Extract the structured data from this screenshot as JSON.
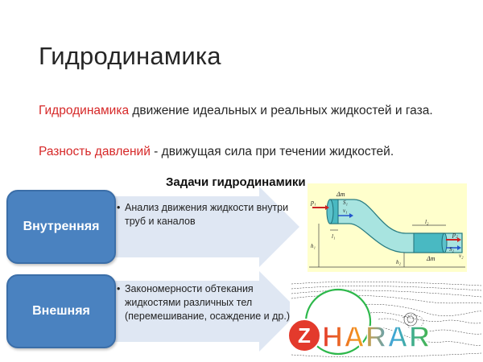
{
  "slide": {
    "title": "Гидродинамика",
    "p1_term": "Гидродинамика",
    "p1_rest": " движение идеальных и реальных жидкостей и газа.",
    "p2_term": "Разность давлений",
    "p2_rest": " - движущая сила при течении жидкостей.",
    "subtitle": "Задачи гидродинамики"
  },
  "rows": [
    {
      "label": "Внутренняя",
      "bullet": "Анализ движения жидкости внутри труб и каналов"
    },
    {
      "label": "Внешняя",
      "bullet": "Закономерности обтекания жидкостями различных тел (перемешивание, осаждение и др.)"
    }
  ],
  "figure1": {
    "labels": {
      "dm_left": "Δm",
      "dm_right": "Δm",
      "p1": "p₁",
      "p2": "p₂",
      "v1": "v₁",
      "v2": "v₂",
      "l1": "l₁",
      "l2": "l₂",
      "h1": "h₁",
      "h2": "h₂",
      "s1": "S₁",
      "s2": "S₂"
    }
  },
  "watermark": {
    "text": "ZHARAR"
  },
  "colors": {
    "accent_red": "#d62828",
    "box_blue": "#4a82c0",
    "arrow_fill": "#dfe7f3",
    "pipe_teal": "#9fe0dd"
  }
}
